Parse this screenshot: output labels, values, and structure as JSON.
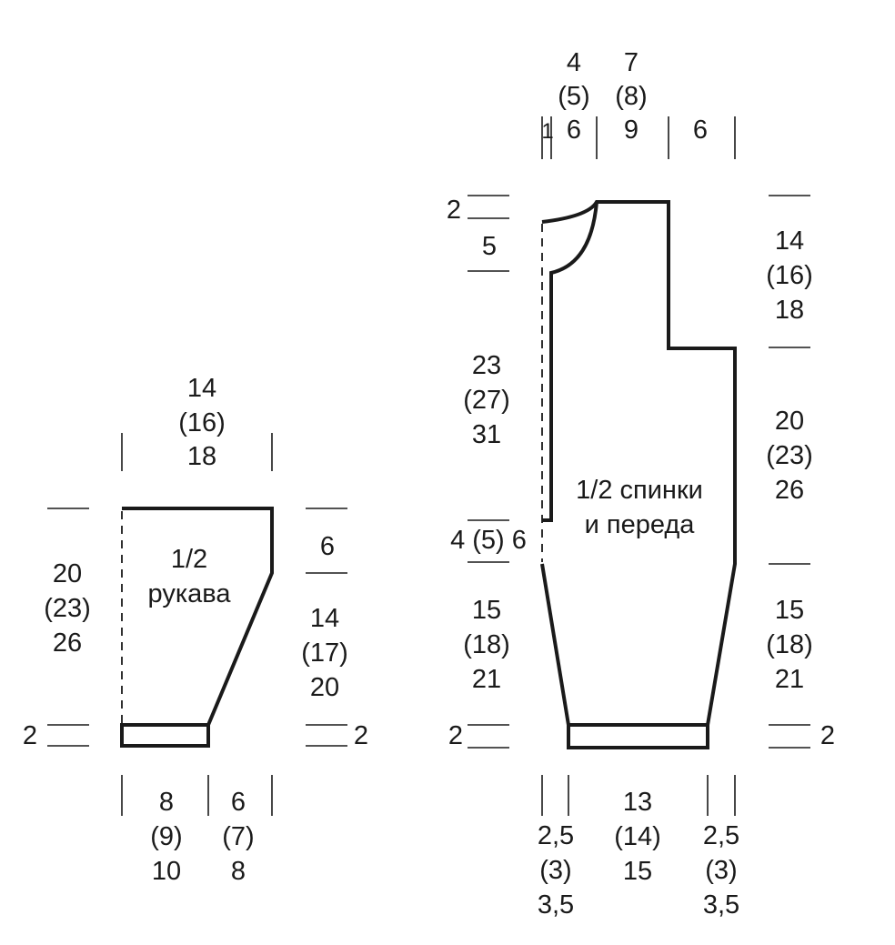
{
  "sleeve": {
    "title_line1": "1/2",
    "title_line2": "рукава",
    "top_width": [
      "14",
      "(16)",
      "18"
    ],
    "height_left": [
      "20",
      "(23)",
      "26"
    ],
    "cap_right": "6",
    "taper_right": [
      "14",
      "(17)",
      "20"
    ],
    "cuff_left": "2",
    "cuff_right": "2",
    "bottom_inner": [
      "8",
      "(9)",
      "10"
    ],
    "bottom_outer": [
      "6",
      "(7)",
      "8"
    ]
  },
  "body": {
    "title_line1": "1/2 спинки",
    "title_line2": "и переда",
    "top_col1": [
      "4",
      "(5)",
      "6"
    ],
    "top_col1_lead": "1",
    "top_col2": [
      "7",
      "(8)",
      "9"
    ],
    "top_col3": "6",
    "neck_left_top": "2",
    "neck_left_depth": "5",
    "left_mid": [
      "23",
      "(27)",
      "31"
    ],
    "left_waist": "4 (5) 6",
    "left_lower": [
      "15",
      "(18)",
      "21"
    ],
    "left_hem": "2",
    "right_top": [
      "14",
      "(16)",
      "18"
    ],
    "right_mid": [
      "20",
      "(23)",
      "26"
    ],
    "right_lower": [
      "15",
      "(18)",
      "21"
    ],
    "right_hem": "2",
    "bottom_left": [
      "2,5",
      "(3)",
      "3,5"
    ],
    "bottom_center": [
      "13",
      "(14)",
      "15"
    ],
    "bottom_right": [
      "2,5",
      "(3)",
      "3,5"
    ]
  }
}
